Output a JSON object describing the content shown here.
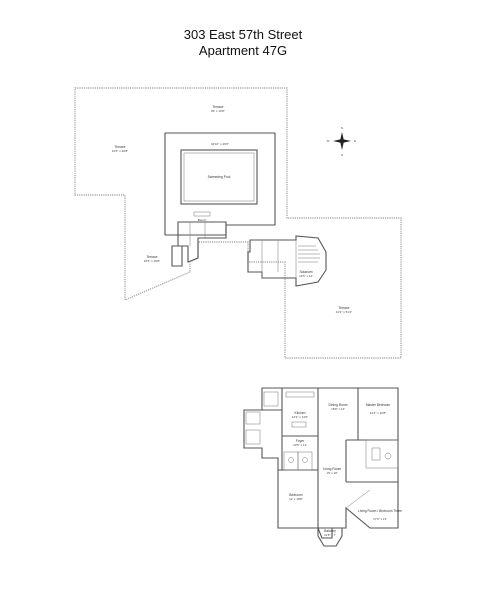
{
  "header": {
    "address": "303 East 57th Street",
    "unit": "Apartment 47G"
  },
  "upper_level": {
    "terrace_top": {
      "label": "Terrace",
      "dims": "86' x 13'8\""
    },
    "terrace_left": {
      "label": "Terrace",
      "dims": "31'6\" x 40'8\""
    },
    "terrace_left_low": {
      "label": "Terrace",
      "dims": "15'6\" x 25'8\""
    },
    "terrace_right": {
      "label": "Terrace",
      "dims": "41'3\" x 51'4\""
    },
    "pool_area": {
      "dims": "34'10\" x 46'6\""
    },
    "pool": {
      "label": "Swimming Pool"
    },
    "pool_bench": {
      "label": "Bench"
    },
    "solarium": {
      "label": "Solarium",
      "dims": "14'6\" x 12'"
    }
  },
  "lower_level": {
    "dining_room": {
      "label": "Dining Room",
      "dims": "15'8\" x 13'"
    },
    "kitchen": {
      "label": "Kitchen",
      "dims": "14'3\" x 14'6\""
    },
    "master_bedroom": {
      "label": "Master Bedroom",
      "dims": "14'4\" x 16'8\""
    },
    "living_room": {
      "label": "Living Room",
      "dims": "15' x 18'"
    },
    "foyer": {
      "label": "Foyer",
      "dims": "10'6\" x 12'"
    },
    "bedroom": {
      "label": "Bedroom",
      "dims": "12' x 18'8\""
    },
    "library": {
      "label": "Living Room / Bedroom Three",
      "dims": "17'6\" x 13'"
    },
    "balcony": {
      "label": "Balcony",
      "dims": "11'8\" x 7'"
    }
  },
  "compass": {
    "n": "N",
    "s": "S",
    "e": "E",
    "w": "W"
  }
}
